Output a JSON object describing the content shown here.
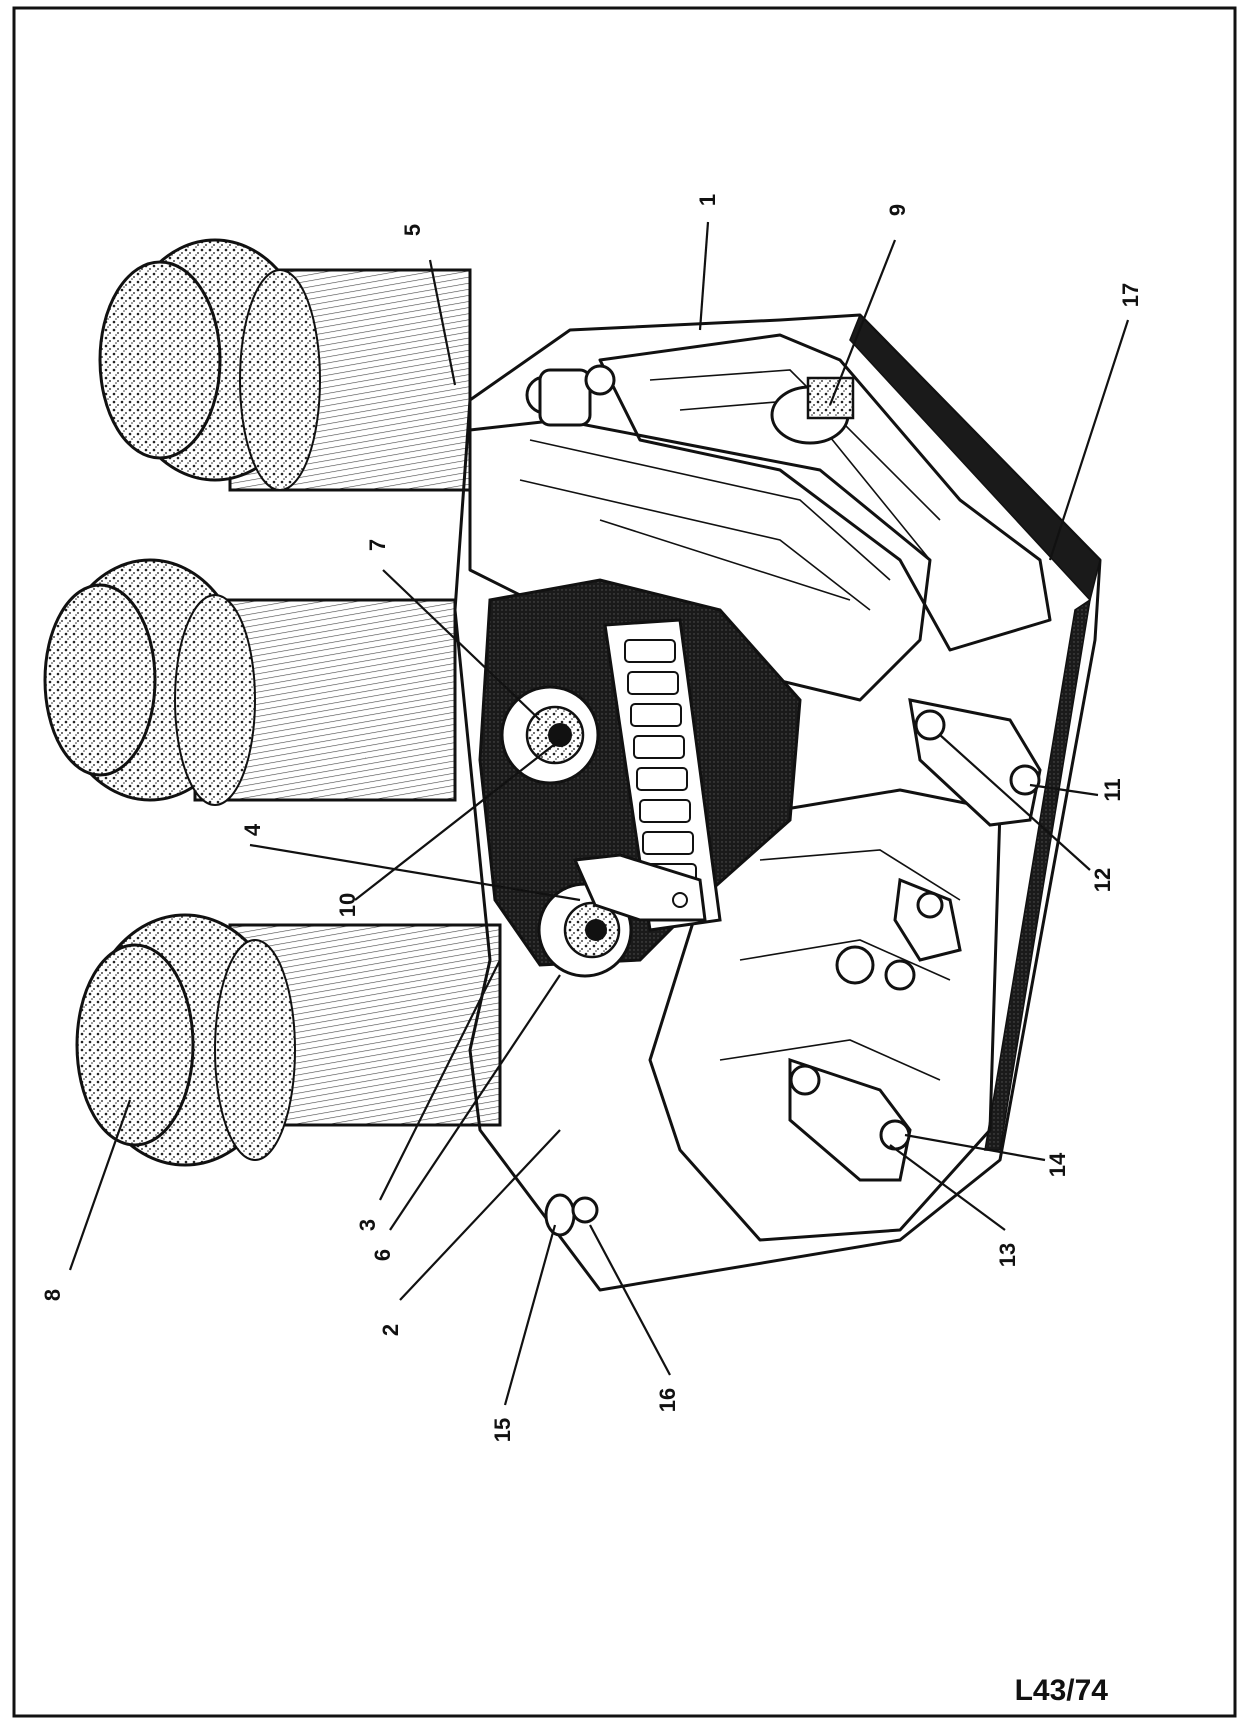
{
  "diagram": {
    "reference_code": "L43/74",
    "callouts": {
      "c1": "1",
      "c2": "2",
      "c3": "3",
      "c4": "4",
      "c5": "5",
      "c6": "6",
      "c7": "7",
      "c8": "8",
      "c9": "9",
      "c10": "10",
      "c11": "11",
      "c12": "12",
      "c13": "13",
      "c14": "14",
      "c15": "15",
      "c16": "16",
      "c17": "17"
    }
  }
}
